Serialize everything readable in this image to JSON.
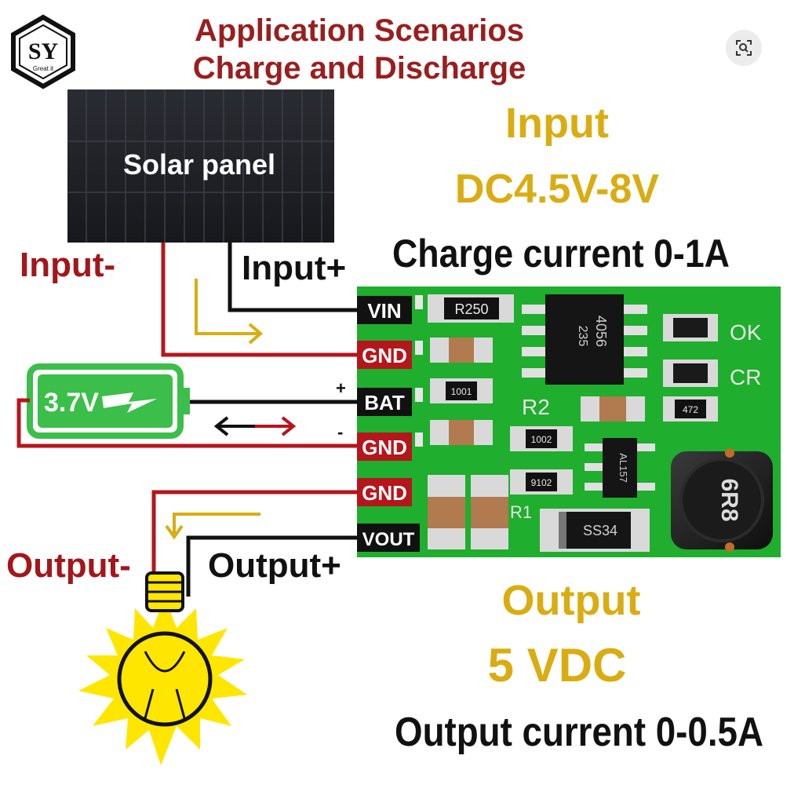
{
  "header": {
    "logo_text": "SY",
    "logo_tagline": "Great it",
    "title_line1": "Application Scenarios",
    "title_line2": "Charge and Discharge"
  },
  "solar_panel": {
    "label": "Solar panel"
  },
  "input_spec": {
    "heading": "Input",
    "voltage": "DC4.5V-8V",
    "current": "Charge current 0-1A"
  },
  "wire_labels": {
    "input_minus": "Input-",
    "input_plus": "Input+",
    "output_minus": "Output-",
    "output_plus": "Output+"
  },
  "battery": {
    "voltage": "3.7V",
    "plus_sign": "+",
    "minus_sign": "-"
  },
  "pins": {
    "vin": "VIN",
    "gnd_in": "GND",
    "bat": "BAT",
    "gnd_bat": "GND",
    "gnd_out": "GND",
    "vout": "VOUT"
  },
  "board": {
    "resistor_top": "R250",
    "chip_line1": "4056",
    "chip_line2": "235",
    "led_ok": "OK",
    "led_cr": "CR",
    "r_1001": "1001",
    "label_r2": "R2",
    "r_1002": "1002",
    "r_472": "472",
    "chip_al157": "AL157",
    "r_9102": "9102",
    "label_r1": "R1",
    "diode": "SS34",
    "inductor": "6R8"
  },
  "output_spec": {
    "heading": "Output",
    "voltage": "5 VDC",
    "current": "Output current 0-0.5A"
  },
  "colors": {
    "title_red": "#9a1e1e",
    "spec_yellow": "#d9ad12",
    "wire_red": "#b5161c",
    "wire_black": "#111111",
    "pcb_green": "#1fae2e",
    "battery_green": "#3bbf4a",
    "bulb_yellow": "#ffe600"
  },
  "icons": [
    "search-lens-icon",
    "logo-hexagon-icon",
    "battery-icon",
    "lightning-icon",
    "light-bulb-icon",
    "flow-arrow-icon"
  ]
}
